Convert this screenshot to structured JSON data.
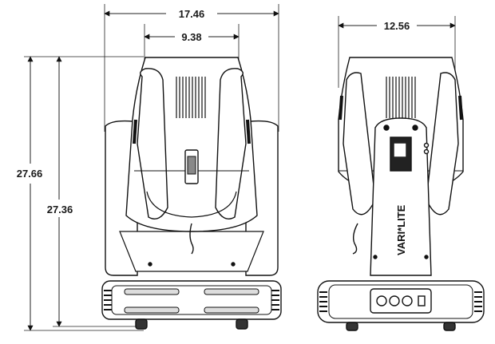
{
  "figure": {
    "description_visible": "",
    "dimensions": {
      "width_overall": "17.46",
      "width_handles": "9.38",
      "depth_overall": "12.56",
      "height_overall": "27.66",
      "height_body": "27.36"
    },
    "brand_label": "VARI*LITE"
  },
  "icons": {
    "front_view": "front-view-drawing",
    "side_view": "side-view-drawing"
  },
  "colors": {
    "line": "#111111",
    "fill": "#ffffff",
    "shade": "#bfbfbf"
  }
}
